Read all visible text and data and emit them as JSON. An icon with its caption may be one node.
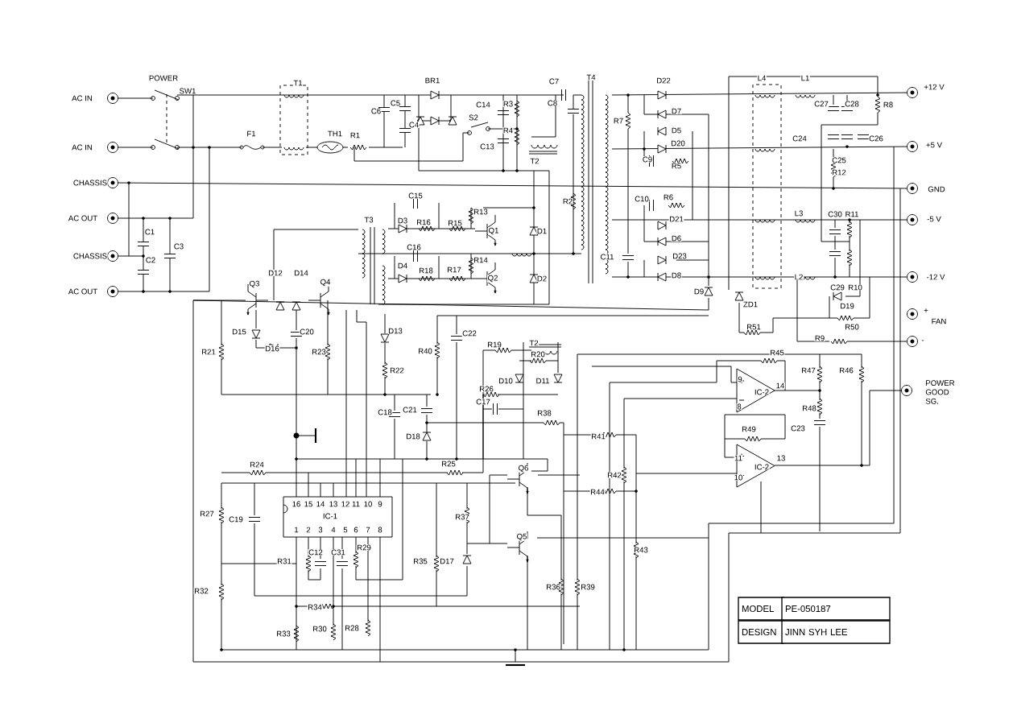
{
  "diagram": {
    "labels": [
      "POWER",
      "SW1",
      "AC IN",
      "T1",
      "BR1",
      "C7",
      "T4",
      "D22",
      "L4",
      "L1",
      "+12 V",
      "C6",
      "C5",
      "C14",
      "R3",
      "C8",
      "D7",
      "R7",
      "C27",
      "C28",
      "R8",
      "C4",
      "S2",
      "C24",
      "C26",
      "+5 V",
      "F1",
      "TH1",
      "R1",
      "AC IN",
      "R4",
      "C13",
      "D5",
      "D20",
      "C9",
      "R5",
      "T2",
      "C25",
      "R12",
      "CHASSIS",
      "GND",
      "C15",
      "R2",
      "C10",
      "R6",
      "AC OUT",
      "T3",
      "D3",
      "R16",
      "R15",
      "R13",
      "Q1",
      "D1",
      "D21",
      "L3",
      "C30",
      "R11",
      "-5 V",
      "C1",
      "C3",
      "C2",
      "CHASSIS",
      "C16",
      "C11",
      "D6",
      "D23",
      "D4",
      "R18",
      "R17",
      "R14",
      "Q2",
      "D2",
      "D8",
      "L2",
      "C29",
      "R10",
      "-12 V",
      "AC OUT",
      "Q3",
      "D12",
      "D14",
      "Q4",
      "D9",
      "ZD1",
      "D19",
      "+",
      "FAN",
      "R51",
      "R50",
      "R9",
      "-",
      "D15",
      "C20",
      "D16",
      "R21",
      "R23",
      "D13",
      "R40",
      "C22",
      "R19",
      "T2",
      "R20",
      "R22",
      "D10",
      "D11",
      "R26",
      "C18",
      "C21",
      "C17",
      "R38",
      "D18",
      "R45",
      "R47",
      "R46",
      "9",
      "IC-2",
      "14",
      "8",
      "POWER GOOD SG.",
      "R48",
      "R41",
      "R49",
      "C23",
      "R24",
      "R25",
      "Q6",
      "11",
      "IC-2",
      "13",
      "R42",
      "10",
      "R44",
      "16",
      "15",
      "14",
      "13",
      "12",
      "11",
      "10",
      "9",
      "IC-1",
      "1",
      "2",
      "3",
      "4",
      "5",
      "6",
      "7",
      "8",
      "R27",
      "C19",
      "R37",
      "Q5",
      "R31",
      "C12",
      "C31",
      "R29",
      "R35",
      "D17",
      "R43",
      "R32",
      "R34",
      "R36",
      "R39",
      "R33",
      "R30",
      "R28",
      "MODEL",
      "PE-050187",
      "DESIGN",
      "JINN SYH LEE"
    ]
  }
}
